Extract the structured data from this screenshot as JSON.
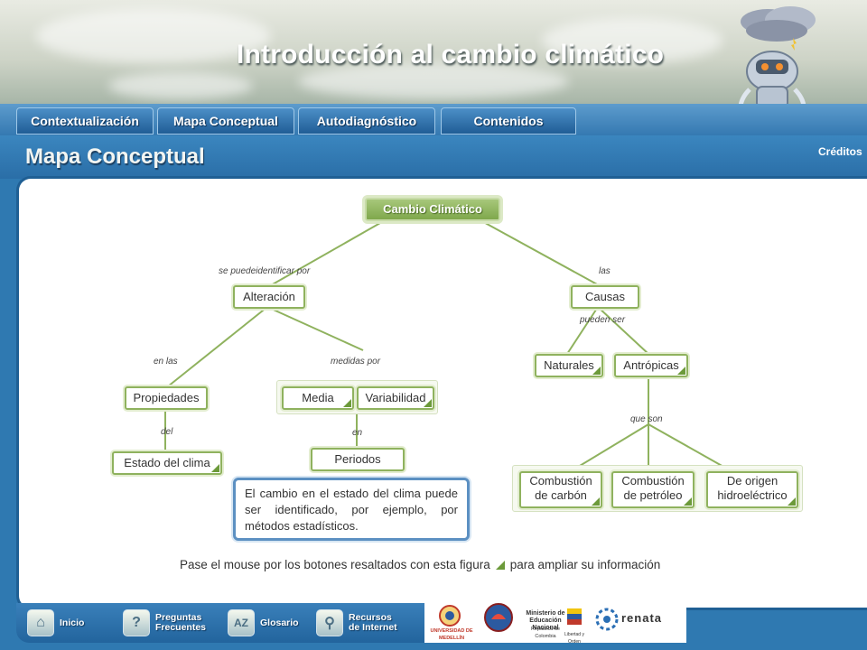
{
  "app": {
    "title": "Introducción al cambio climático"
  },
  "nav": {
    "tabs": [
      {
        "label": "Contextualización"
      },
      {
        "label": "Mapa Conceptual"
      },
      {
        "label": "Autodiagnóstico"
      },
      {
        "label": "Contenidos"
      }
    ]
  },
  "section": {
    "title": "Mapa Conceptual",
    "credits": "Créditos"
  },
  "map": {
    "root": "Cambio Climático",
    "labels": {
      "identify": "se puedeidentificar por",
      "las": "las",
      "pueden_ser": "pueden ser",
      "en_las": "en las",
      "medidas_por": "medidas por",
      "del": "del",
      "en": "en",
      "que_son": "que son"
    },
    "nodes": {
      "alteracion": "Alteración",
      "causas": "Causas",
      "naturales": "Naturales",
      "antropicas": "Antrópicas",
      "propiedades": "Propiedades",
      "media": "Media",
      "variabilidad": "Variabilidad",
      "estado": "Estado del clima",
      "periodos": "Periodos",
      "carbon_1": "Combustión",
      "carbon_2": "de carbón",
      "petroleo_1": "Combustión",
      "petroleo_2": "de petróleo",
      "hidro_1": "De origen",
      "hidro_2": "hidroeléctrico"
    }
  },
  "info": {
    "text": "El cambio en el estado del clima puede ser identificado, por ejemplo, por métodos estadísticos."
  },
  "hint": {
    "before": "Pase el mouse por los botones resaltados con esta figura",
    "after": "para ampliar su información"
  },
  "footer": {
    "buttons": [
      {
        "label": "Inicio"
      },
      {
        "label": "Preguntas\nFrecuentes"
      },
      {
        "label": "Glosario"
      },
      {
        "label": "Recursos\nde Internet"
      }
    ],
    "logos": {
      "udem": "UNIVERSIDAD DE MEDELLÍN",
      "ministerio": "Ministerio de Educación Nacional",
      "ministerio_sub": "República de Colombia",
      "libertad": "Libertad y Orden",
      "renata": "renata"
    }
  },
  "colors": {
    "accent_green": "#8fb25e",
    "nav_blue": "#2f74ad",
    "panel_border": "#1f5f94"
  }
}
